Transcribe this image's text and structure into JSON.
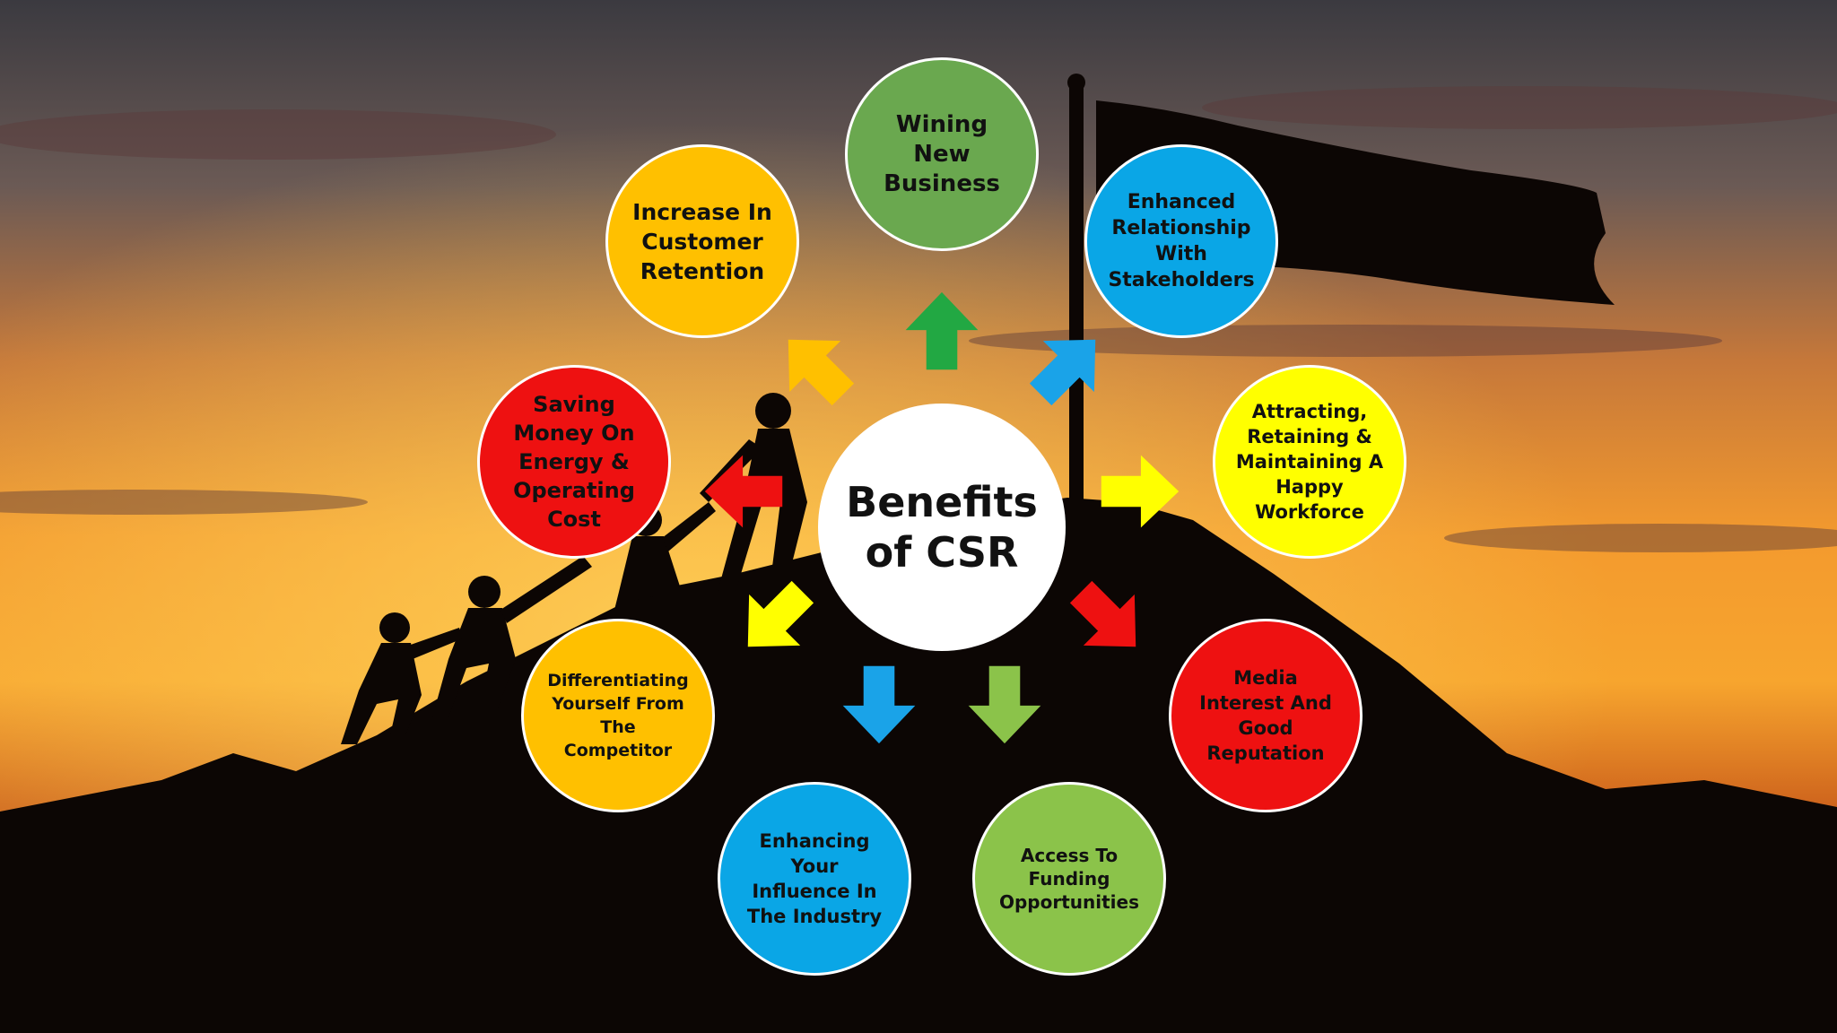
{
  "center": {
    "label": "Benefits\nof CSR"
  },
  "nodes": [
    {
      "label": "Wining\nNew\nBusiness",
      "color": "#6aa84f"
    },
    {
      "label": "Enhanced\nRelationship\nWith\nStakeholders",
      "color": "#0aa6e6"
    },
    {
      "label": "Attracting,\nRetaining &\nMaintaining A\nHappy\nWorkforce",
      "color": "#ffff00"
    },
    {
      "label": "Media\nInterest And\nGood\nReputation",
      "color": "#ee1111"
    },
    {
      "label": "Access To\nFunding\nOpportunities",
      "color": "#8bc34a"
    },
    {
      "label": "Enhancing\nYour\nInfluence In\nThe Industry",
      "color": "#0aa6e6"
    },
    {
      "label": "Differentiating\nYourself From\nThe\nCompetitor",
      "color": "#ffc000"
    },
    {
      "label": "Saving\nMoney On\nEnergy &\nOperating\nCost",
      "color": "#ee1111"
    },
    {
      "label": "Increase In\nCustomer\nRetention",
      "color": "#ffc000"
    }
  ],
  "arrows": [
    {
      "color": "#22a843",
      "dir": "n"
    },
    {
      "color": "#1aa3e8",
      "dir": "ne"
    },
    {
      "color": "#ffff00",
      "dir": "e"
    },
    {
      "color": "#ee1111",
      "dir": "se"
    },
    {
      "color": "#8bc34a",
      "dir": "s"
    },
    {
      "color": "#1aa3e8",
      "dir": "s"
    },
    {
      "color": "#ffff00",
      "dir": "sw"
    },
    {
      "color": "#ee1111",
      "dir": "w"
    },
    {
      "color": "#ffc000",
      "dir": "nw"
    }
  ]
}
